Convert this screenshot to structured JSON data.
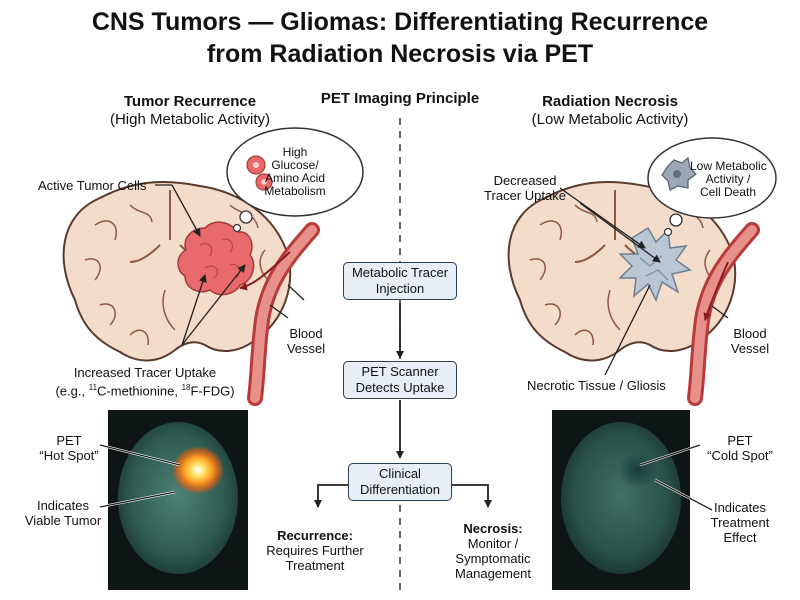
{
  "title": {
    "line1": "CNS Tumors — Gliomas: Differentiating Recurrence",
    "line2": "from Radiation Necrosis via PET"
  },
  "left": {
    "heading": "Tumor Recurrence",
    "subheading": "(High Metabolic Activity)",
    "active_cells": "Active Tumor Cells",
    "bubble": [
      "High",
      "Glucose/",
      "Amino Acid",
      "Metabolism"
    ],
    "vessel": [
      "Blood",
      "Vessel"
    ],
    "uptake_line1": "Increased Tracer Uptake",
    "uptake_line2_a": "(e.g., ",
    "uptake_sup1": "11",
    "uptake_line2_b": "C-methionine, ",
    "uptake_sup2": "18",
    "uptake_line2_c": "F-FDG)",
    "pet_label": [
      "PET",
      "“Hot Spot”"
    ],
    "indicates": [
      "Indicates",
      "Viable Tumor"
    ]
  },
  "center": {
    "heading": "PET Imaging Principle",
    "box1": [
      "Metabolic Tracer",
      "Injection"
    ],
    "box2": [
      "PET Scanner",
      "Detects Uptake"
    ],
    "box3": [
      "Clinical",
      "Differentiation"
    ],
    "recurrence_label": "Recurrence:",
    "recurrence_text": [
      "Requires Further",
      "Treatment"
    ],
    "necrosis_label": "Necrosis:",
    "necrosis_text": [
      "Monitor /",
      "Symptomatic",
      "Management"
    ]
  },
  "right": {
    "heading": "Radiation Necrosis",
    "subheading": "(Low Metabolic Activity)",
    "decreased": [
      "Decreased",
      "Tracer Uptake"
    ],
    "bubble": [
      "Low Metabolic",
      "Activity /",
      "Cell Death"
    ],
    "vessel": [
      "Blood",
      "Vessel"
    ],
    "necrotic": "Necrotic Tissue / Gliosis",
    "pet_label": [
      "PET",
      "“Cold Spot”"
    ],
    "indicates": [
      "Indicates",
      "Treatment",
      "Effect"
    ]
  },
  "colors": {
    "brain": "#f4dccb",
    "brain_outline": "#5a3b2e",
    "tumor": "#e86a6a",
    "necrosis": "#b9c6d4",
    "vessel": "#d9534f",
    "box_fill": "#e6eef7",
    "scan_bg": "#0d1614",
    "scan_brain": "#3d6e63",
    "hot_spot": "#ffb020"
  }
}
